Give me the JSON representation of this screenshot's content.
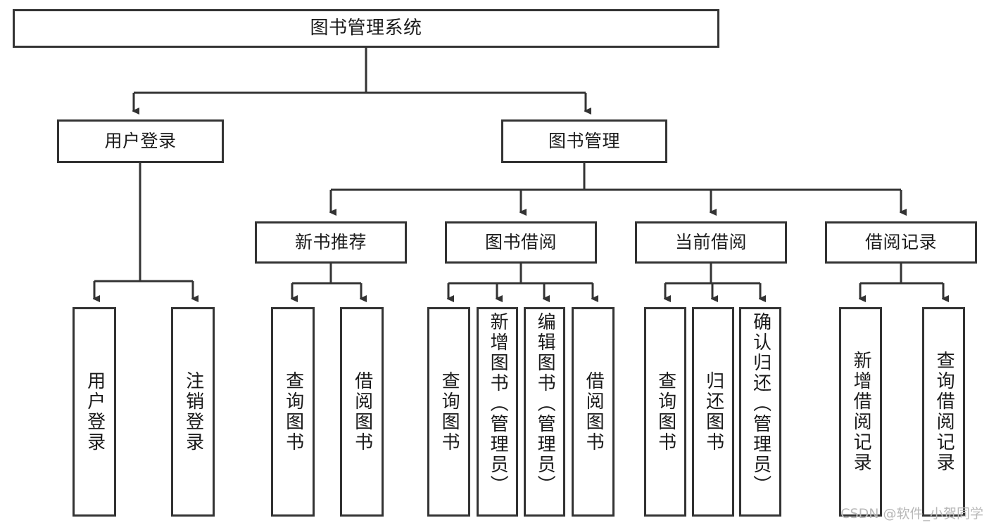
{
  "diagram": {
    "type": "tree",
    "title": "图书管理系统",
    "watermark": "CSDN @软件_小贺同学",
    "colors": {
      "background": "#ffffff",
      "stroke": "#333333",
      "text": "#1a1a1a",
      "watermark": "#b8b8b8"
    },
    "nodes": {
      "root": {
        "label": "图书管理系统"
      },
      "level2": [
        {
          "label": "用户登录"
        },
        {
          "label": "图书管理"
        }
      ],
      "level3": [
        {
          "label": "新书推荐"
        },
        {
          "label": "图书借阅"
        },
        {
          "label": "当前借阅"
        },
        {
          "label": "借阅记录"
        }
      ],
      "leaves": [
        {
          "label": "用户登录"
        },
        {
          "label": "注销登录"
        },
        {
          "label": "查询图书"
        },
        {
          "label": "借阅图书"
        },
        {
          "label": "查询图书"
        },
        {
          "label": "新增图书（管理员）"
        },
        {
          "label": "编辑图书（管理员）"
        },
        {
          "label": "借阅图书"
        },
        {
          "label": "查询图书"
        },
        {
          "label": "归还图书"
        },
        {
          "label": "确认归还（管理员）"
        },
        {
          "label": "新增借阅记录"
        },
        {
          "label": "查询借阅记录"
        }
      ]
    }
  }
}
